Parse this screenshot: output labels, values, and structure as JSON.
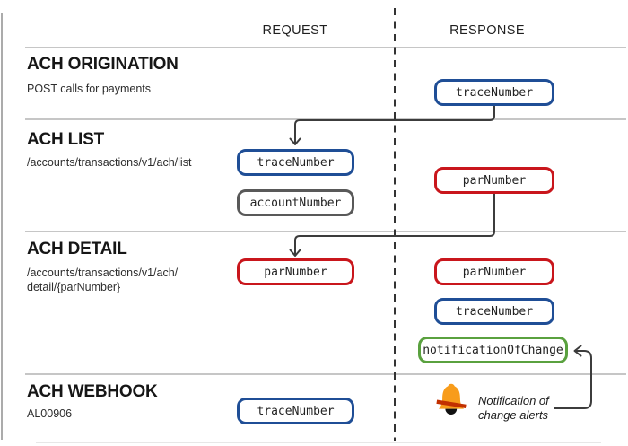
{
  "columns": {
    "request_label": "REQUEST",
    "response_label": "RESPONSE"
  },
  "sections": [
    {
      "title": "ACH ORIGINATION",
      "subtitle": "POST calls for payments"
    },
    {
      "title": "ACH LIST",
      "subtitle": "/accounts/transactions/v1/ach/list"
    },
    {
      "title": "ACH DETAIL",
      "subtitle_line1": "/accounts/transactions/v1/ach/",
      "subtitle_line2": "detail/{parNumber}"
    },
    {
      "title": "ACH WEBHOOK",
      "subtitle": "AL00906"
    }
  ],
  "pills": {
    "origination_response_tracenumber": "traceNumber",
    "list_request_tracenumber": "traceNumber",
    "list_request_accountnumber": "accountNumber",
    "list_response_parnumber": "parNumber",
    "detail_request_parnumber": "parNumber",
    "detail_response_parnumber": "parNumber",
    "detail_response_tracenumber": "traceNumber",
    "detail_response_notificationofchange": "notificationOfChange",
    "webhook_request_tracenumber": "traceNumber"
  },
  "note": {
    "line1": "Notification of",
    "line2": "change alerts"
  },
  "icons": {
    "bell": "notification-bell"
  },
  "colors": {
    "trace_blue": "#1f4e96",
    "par_red": "#c9161c",
    "account_gray": "#595959",
    "noc_green": "#5aa13f",
    "bell_orange": "#f89c1b",
    "bell_band_red": "#c23000",
    "connector_dark": "#3c3c3c",
    "divider_gray": "#c6c6c6"
  }
}
